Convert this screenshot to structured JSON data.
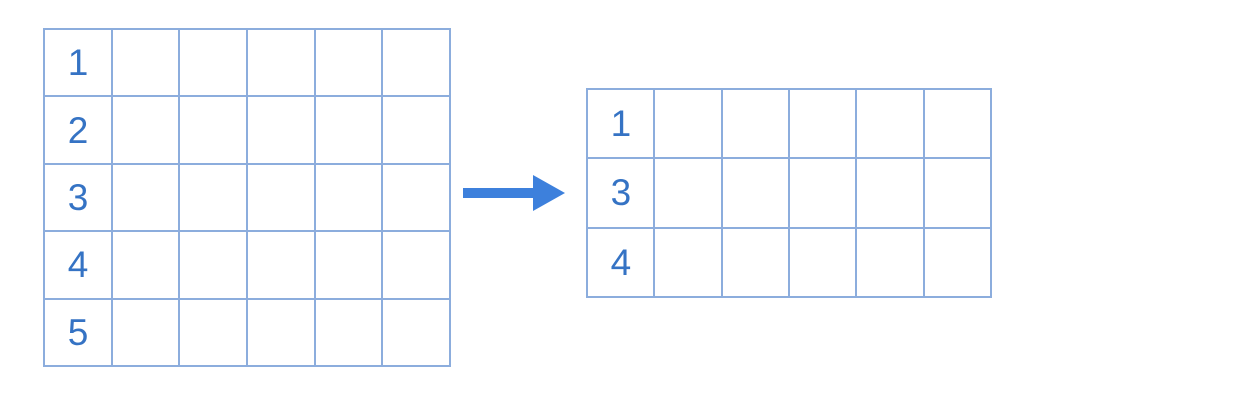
{
  "diagram": {
    "kind": "table-row-filter-illustration",
    "background_color": "#ffffff",
    "grid_line_color": "#8CADDD",
    "label_text_color": "#3573C4",
    "arrow_color": "#3D80DC",
    "source_table": {
      "name": "source-table",
      "rows": 5,
      "columns": 6,
      "row_labels": [
        "1",
        "2",
        "3",
        "4",
        "5"
      ],
      "empty_cell_text": ""
    },
    "result_table": {
      "name": "result-table",
      "rows": 3,
      "columns": 6,
      "row_labels": [
        "1",
        "3",
        "4"
      ],
      "empty_cell_text": ""
    },
    "arrow": {
      "name": "transform-arrow",
      "direction": "right",
      "color": "#3D80DC"
    }
  }
}
